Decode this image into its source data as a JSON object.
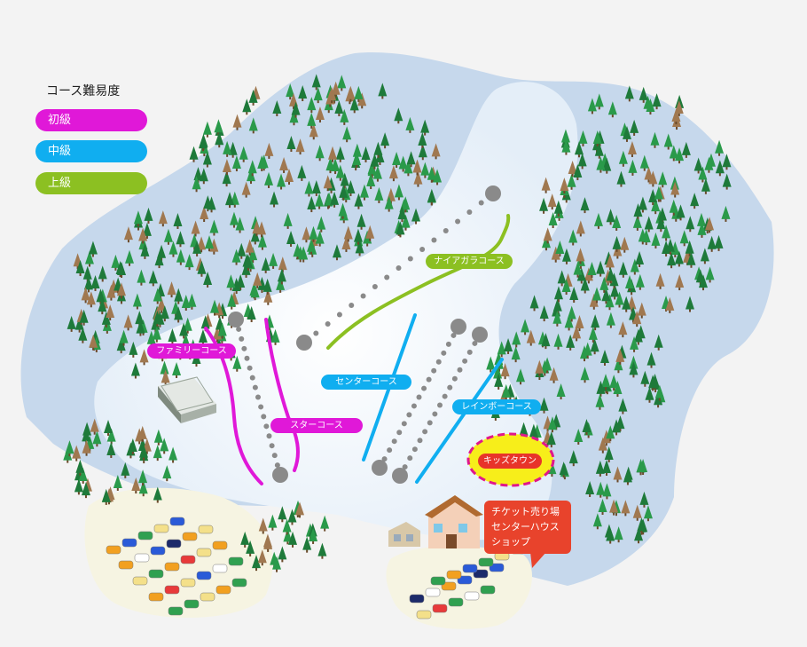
{
  "legend": {
    "title": "コース難易度",
    "items": [
      {
        "label": "初級",
        "color": "#e018d8"
      },
      {
        "label": "中級",
        "color": "#10aef0"
      },
      {
        "label": "上級",
        "color": "#8cc022"
      }
    ]
  },
  "courses": [
    {
      "name": "ナイアガラコース",
      "level": "上級"
    },
    {
      "name": "ファミリーコース",
      "level": "初級"
    },
    {
      "name": "センターコース",
      "level": "中級"
    },
    {
      "name": "スターコース",
      "level": "初級"
    },
    {
      "name": "レインボーコース",
      "level": "中級"
    }
  ],
  "kids_area": {
    "label": "キッズタウン",
    "color": "#e8342a",
    "fill": "#f7ee1a",
    "border": "#e0178c"
  },
  "info": {
    "lines": [
      "チケット売り場",
      "センターハウス",
      "ショップ"
    ],
    "color": "#e8432c"
  },
  "icons": {
    "lodge": "lodge-icon",
    "center_house": "center-house-icon",
    "cars": "parked-car-icon",
    "trees": "pine-tree-icon",
    "lift": "ski-lift-icon"
  },
  "colors": {
    "snow_shadow": "#c6d8ec",
    "tree": "#1e7a3a",
    "tree_brown": "#a07850",
    "lot": "#f6f4e2"
  }
}
